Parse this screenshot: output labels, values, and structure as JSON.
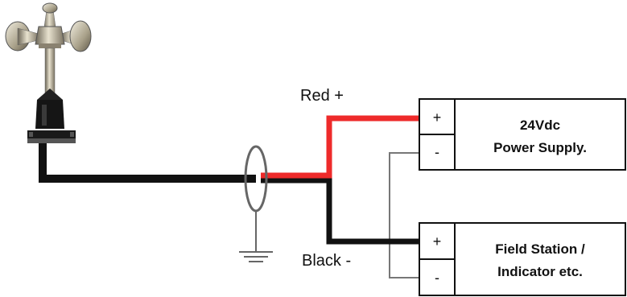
{
  "wire_labels": {
    "red": "Red +",
    "black": "Black -"
  },
  "power_supply": {
    "line1": "24Vdc",
    "line2": "Power Supply.",
    "plus": "+",
    "minus": "-"
  },
  "field_station": {
    "line1": "Field Station /",
    "line2": "Indicator etc.",
    "plus": "+",
    "minus": "-"
  },
  "colors": {
    "red_wire": "#ee2a2a",
    "black_wire": "#111111",
    "shield_wire": "#777777",
    "ground": "#666666"
  },
  "icons": {
    "sensor": "anemometer-icon",
    "ground": "ground-icon"
  }
}
